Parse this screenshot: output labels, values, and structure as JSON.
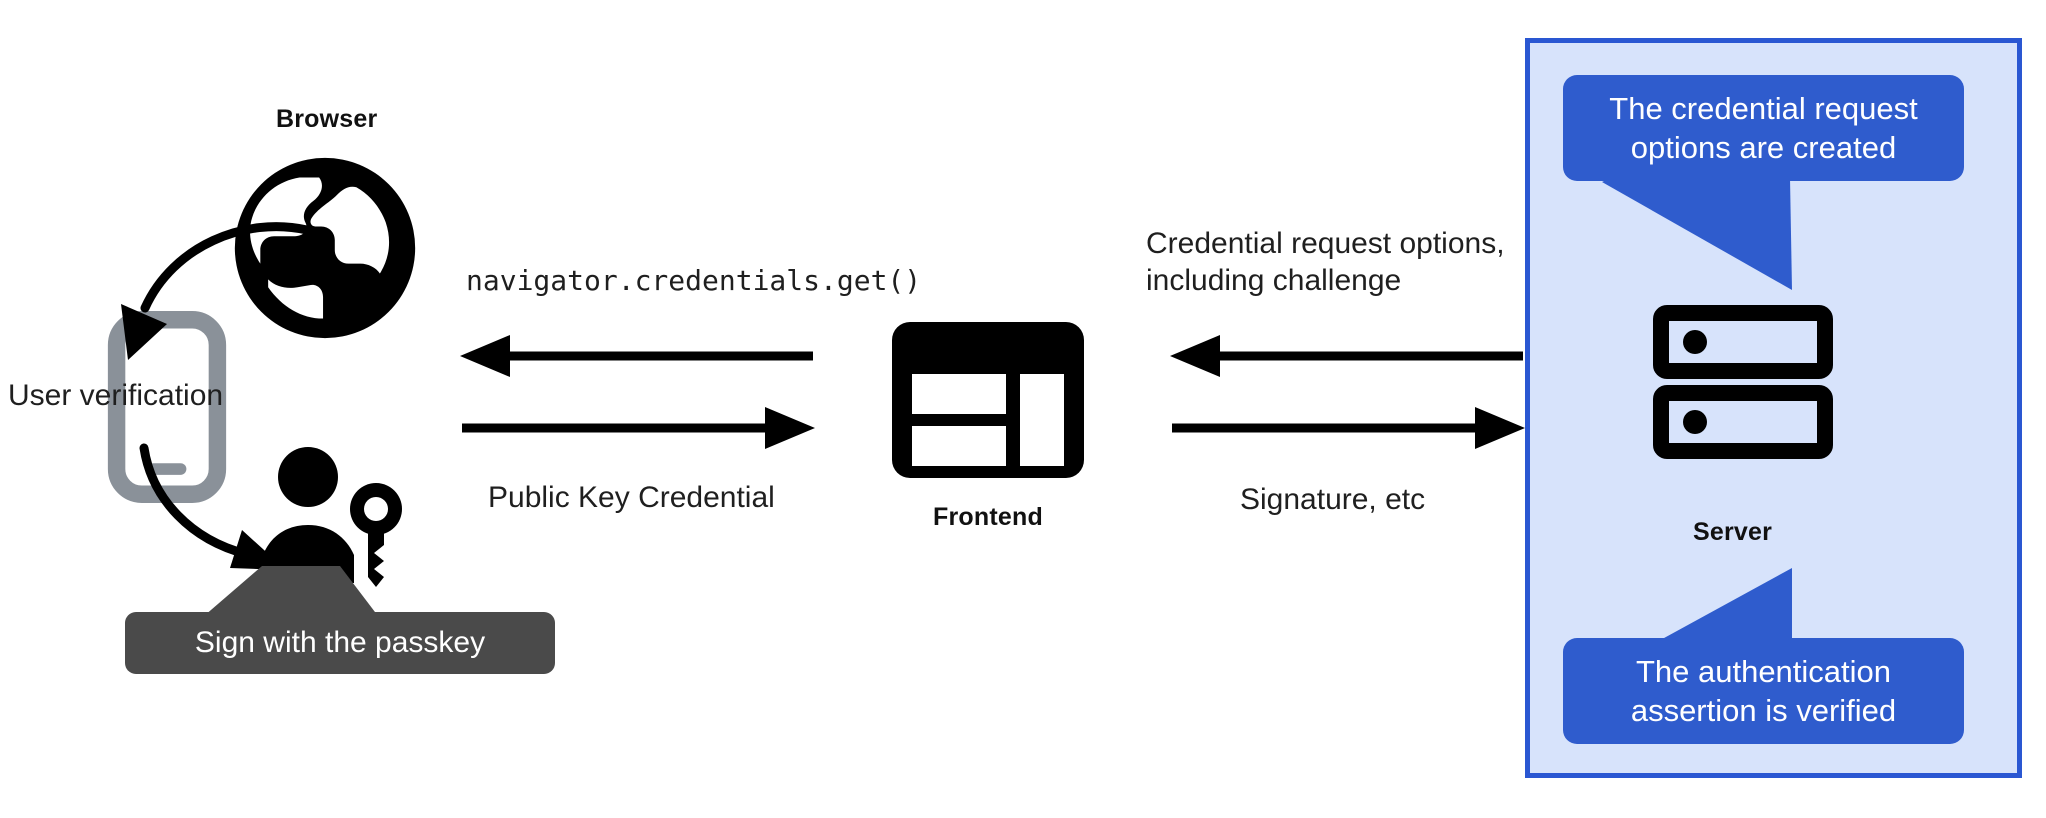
{
  "diagram": {
    "title": "WebAuthn passkey authentication flow",
    "background": "#ffffff"
  },
  "colors": {
    "panel_fill": "#d7e3fb",
    "panel_border": "#2a57d2",
    "callout_fill": "#2f5ccd",
    "callout_text": "#ffffff",
    "tooltip_fill": "#4a4a4a",
    "tooltip_text": "#ffffff",
    "ink": "#000000",
    "phone_gray": "#8a9199",
    "text": "#1f1f1f"
  },
  "browser": {
    "label": "Browser",
    "icon": "globe-icon"
  },
  "phone": {
    "icon": "smartphone-icon",
    "caption": "User verification"
  },
  "user": {
    "icon": "person-with-key-icon",
    "tooltip": "Sign with the passkey"
  },
  "frontend": {
    "label": "Frontend",
    "icon": "web-layout-icon"
  },
  "server": {
    "label": "Server",
    "icon": "server-racks-icon",
    "callout_top": "The credential request\noptions are created",
    "callout_bottom": "The authentication\nassertion is verified"
  },
  "flows": {
    "browser_frontend": {
      "top_label": "navigator.credentials.get()",
      "top_direction": "left",
      "bottom_label": "Public Key Credential",
      "bottom_direction": "right"
    },
    "frontend_server": {
      "top_label": "Credential request options,\nincluding challenge",
      "top_direction": "left",
      "bottom_label": "Signature, etc",
      "bottom_direction": "right"
    }
  }
}
